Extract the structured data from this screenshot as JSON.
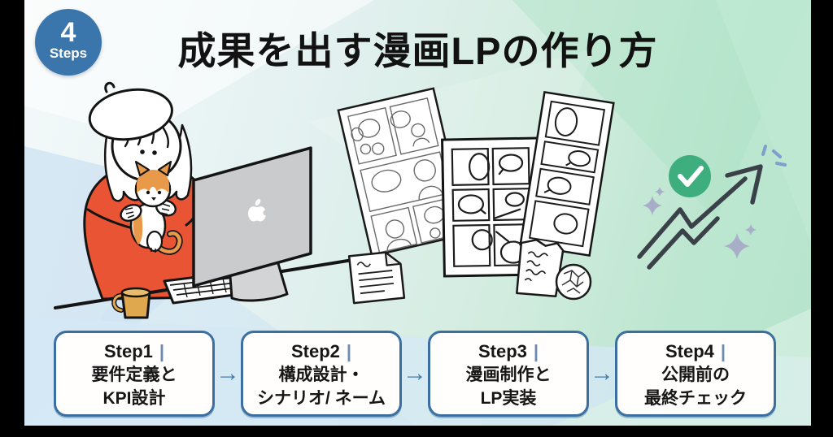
{
  "badge": {
    "number": "4",
    "label": "Steps"
  },
  "title": {
    "text": "成果を出す漫画LPの作り方"
  },
  "steps": {
    "divider": "|",
    "arrow": "→",
    "items": [
      {
        "label": "Step1",
        "lines": [
          "要件定義と",
          "KPI設計"
        ]
      },
      {
        "label": "Step2",
        "lines": [
          "構成設計・",
          "シナリオ/ ネーム"
        ]
      },
      {
        "label": "Step3",
        "lines": [
          "漫画制作と",
          "LP実装"
        ]
      },
      {
        "label": "Step4",
        "lines": [
          "公開前の",
          "最終チェック"
        ]
      }
    ]
  },
  "illustrations": {
    "left": "woman-with-cat-at-imac",
    "center": "manga-storyboard-pages",
    "right": "check-and-growth-arrow"
  },
  "icons": [
    "check-icon",
    "growth-arrow-icon",
    "sparkle-icon",
    "right-arrow-icon",
    "imac-icon",
    "keyboard-icon",
    "mug-icon",
    "cat-icon",
    "beret-icon",
    "manga-page-icon",
    "paper-note-icon",
    "torn-paper-icon",
    "crumpled-paper-icon"
  ],
  "colors": {
    "frame_bar": "#000000",
    "badge_blue": "#3a76ac",
    "box_border_blue": "#3a6f9f",
    "arrow_blue": "#4679ab",
    "check_green": "#3fae7e",
    "growth_arrow_dark": "#3a4148",
    "sparkle_gray": "#a9aec8",
    "sweater_red": "#e85434",
    "cat_orange": "#e89a4a",
    "mug_yellow": "#dfa84e",
    "bg_mint": "#b7e4cc",
    "bg_light_blue": "#cfe4f2"
  }
}
